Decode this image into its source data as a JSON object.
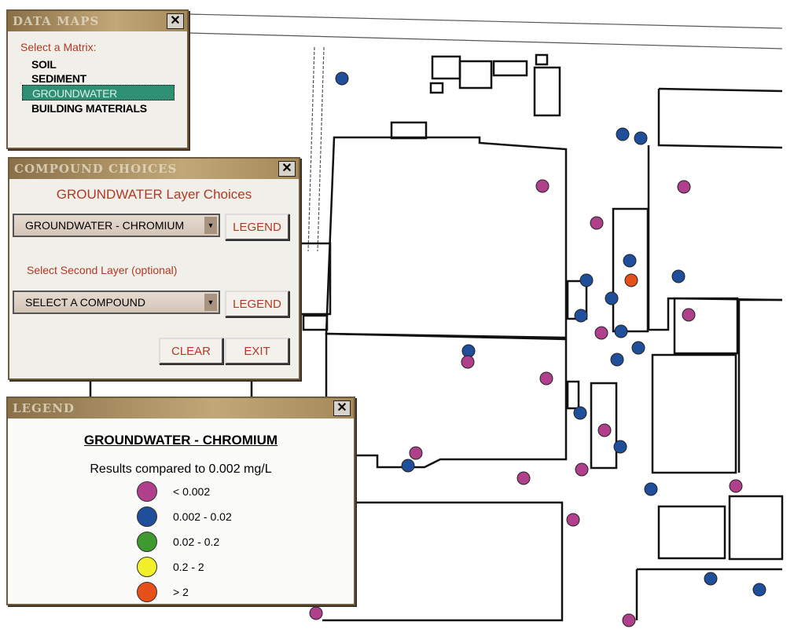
{
  "data_maps": {
    "title": "DATA MAPS",
    "prompt": "Select a Matrix:",
    "items": [
      "SOIL",
      "SEDIMENT",
      "GROUNDWATER",
      "BUILDING MATERIALS"
    ],
    "selected": "GROUNDWATER"
  },
  "compound_choices": {
    "title": "COMPOUND CHOICES",
    "heading": "GROUNDWATER Layer Choices",
    "first_layer": "GROUNDWATER - CHROMIUM",
    "second_prompt": "Select Second Layer (optional)",
    "second_layer": "SELECT A COMPOUND",
    "legend_label": "LEGEND",
    "clear_label": "CLEAR",
    "exit_label": "EXIT"
  },
  "legend": {
    "title": "LEGEND",
    "heading": "GROUNDWATER - CHROMIUM",
    "subtitle": "Results compared to 0.002 mg/L",
    "classes": [
      {
        "label": "< 0.002",
        "color": "#b0408c"
      },
      {
        "label": "0.002 - 0.02",
        "color": "#1f4f9a"
      },
      {
        "label": "0.02 - 0.2",
        "color": "#3e9a2e"
      },
      {
        "label": "0.2 - 2",
        "color": "#f2f02a"
      },
      {
        "label": "> 2",
        "color": "#e8501a"
      }
    ]
  },
  "icons": {
    "close": "close-icon",
    "dropdown": "chevron-down-icon"
  }
}
